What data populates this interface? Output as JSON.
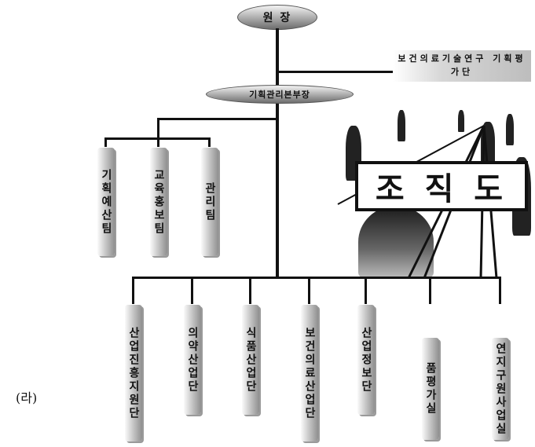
{
  "top": {
    "director": "원 장",
    "advisory": "보건의료기술연구 기획평가단",
    "planning": "기획관리본부장"
  },
  "left_teams": [
    "기획예산팀",
    "교육홍보팀",
    "관리팀"
  ],
  "bottom_units": [
    "산업진흥지원단",
    "의약산업단",
    "식품산업단",
    "보건의료산업단",
    "산업정보단",
    "품평가실",
    "연지구원사업실"
  ],
  "banner_text": "조 직 도",
  "caption": "(라)"
}
